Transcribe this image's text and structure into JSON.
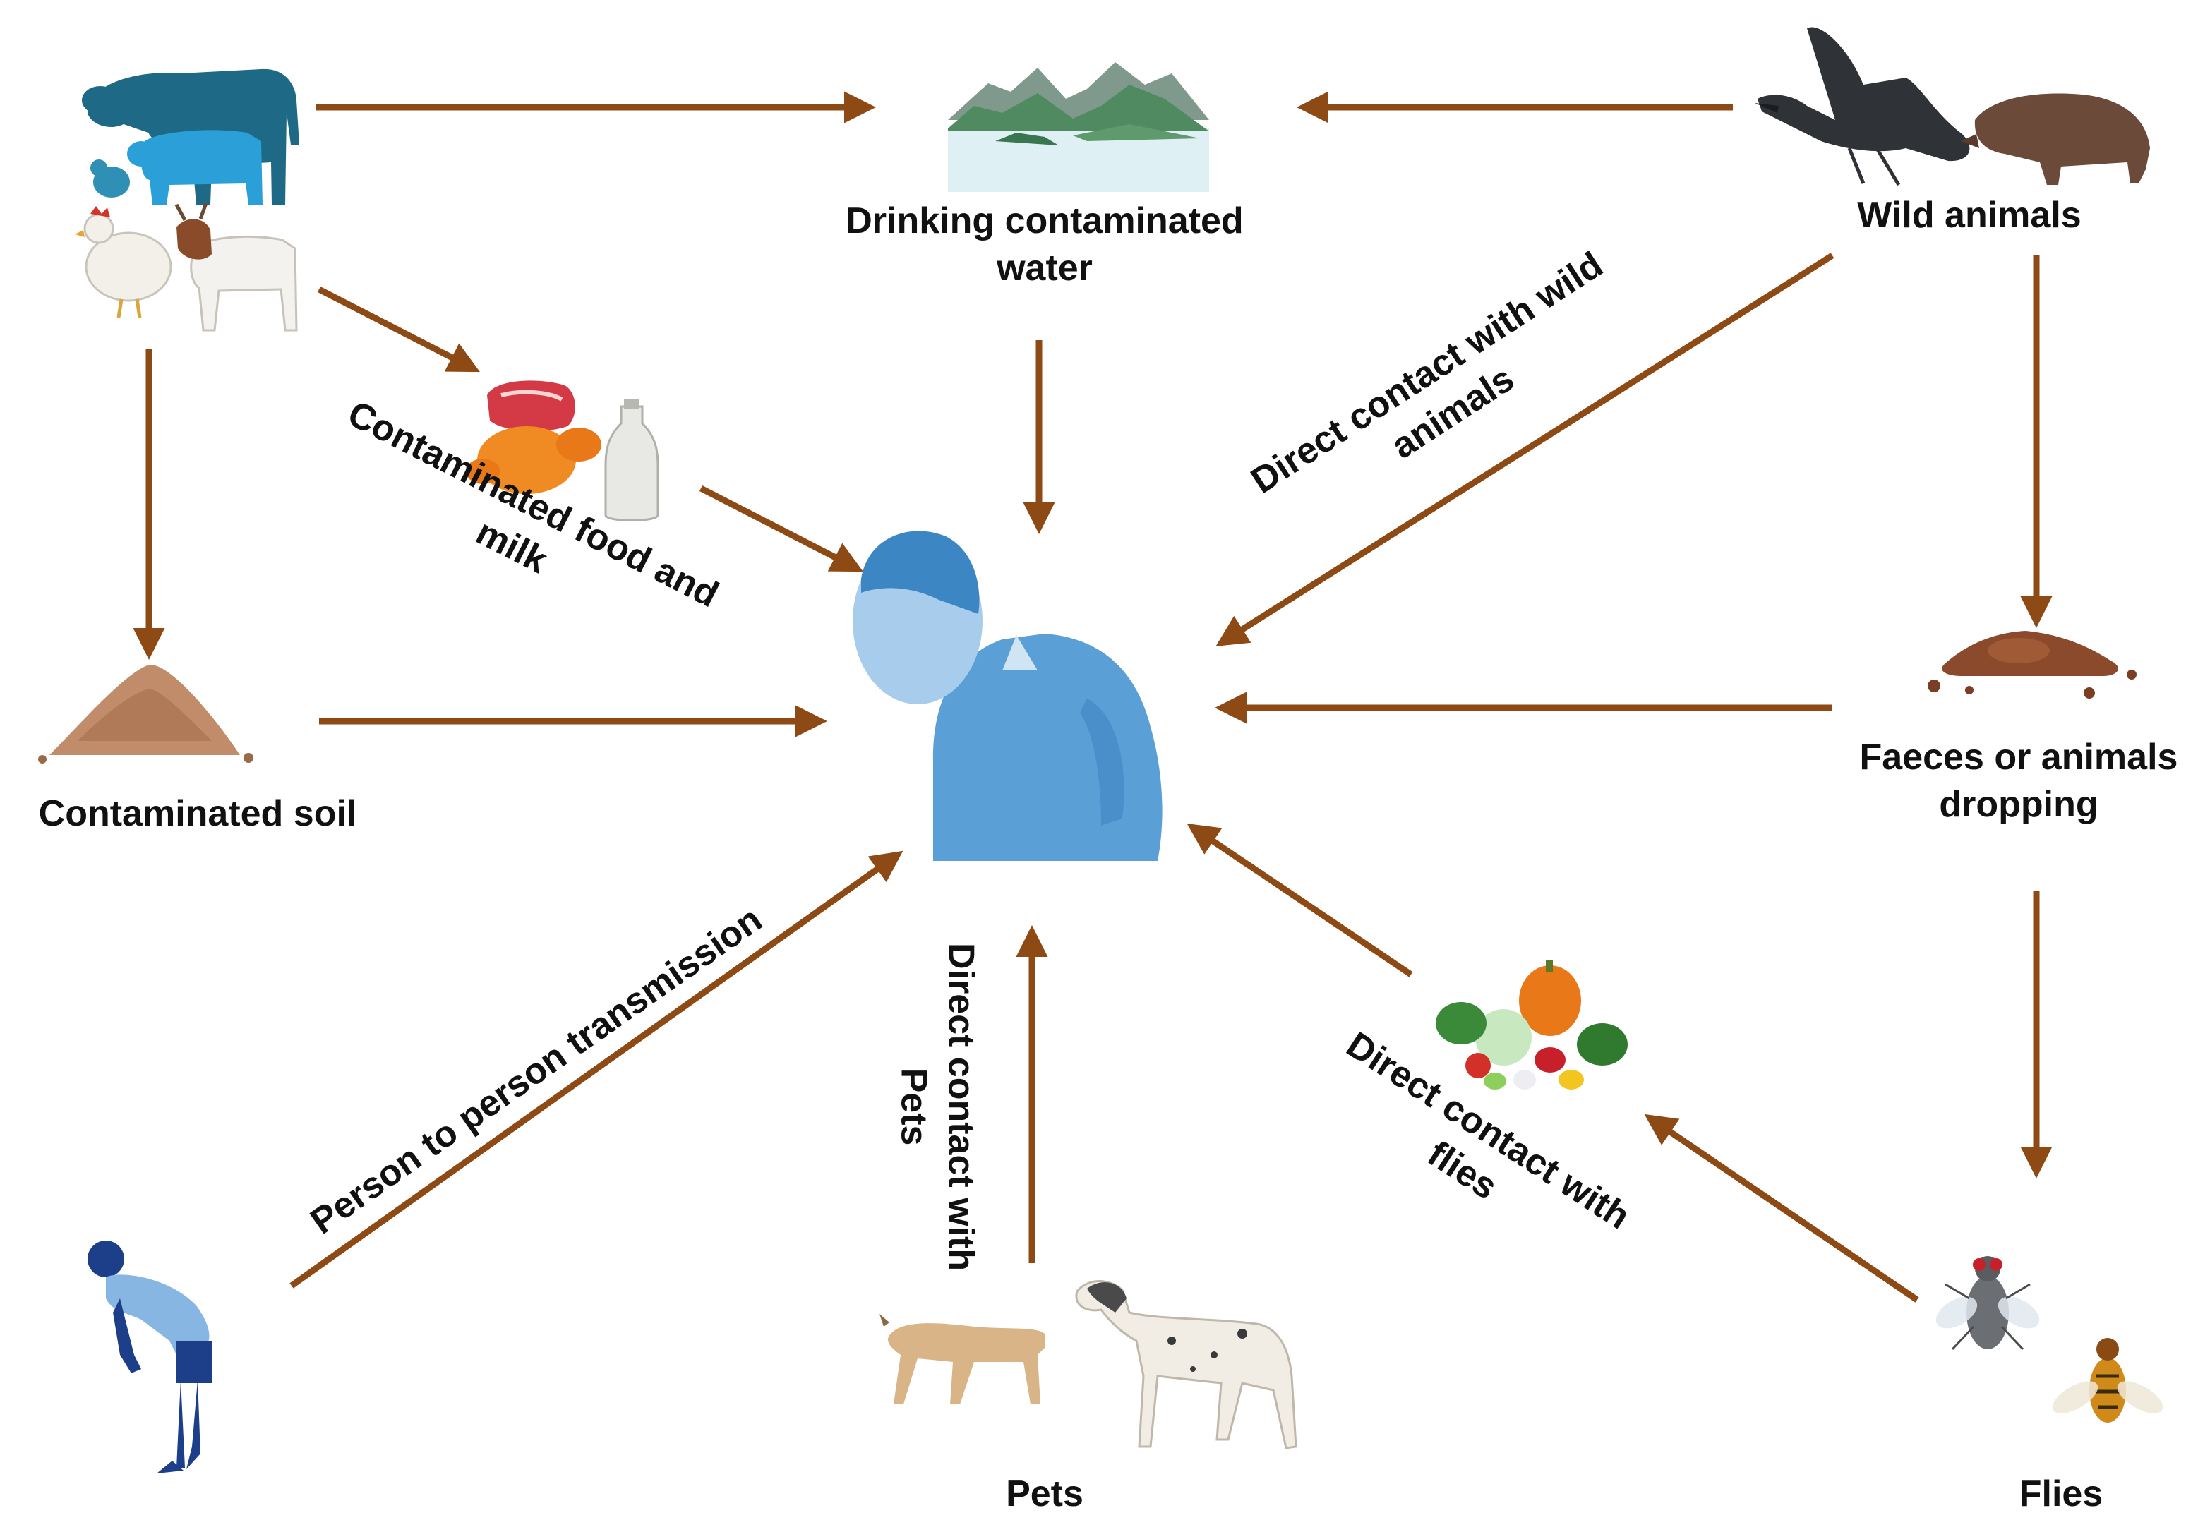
{
  "colors": {
    "arrow": "#8e4a14",
    "text": "#111111",
    "background": "#ffffff"
  },
  "nodes": {
    "water": {
      "label_line1": "Drinking contaminated",
      "label_line2": "water"
    },
    "wild": {
      "label": "Wild animals"
    },
    "soil": {
      "label": "Contaminated soil"
    },
    "faeces": {
      "label_line1": "Faeces or  animals",
      "label_line2": "dropping"
    },
    "pets": {
      "label": "Pets"
    },
    "flies": {
      "label": "Flies"
    }
  },
  "routes": {
    "food": {
      "label_line1": "Contaminated food and",
      "label_line2": "milk"
    },
    "wild_contact": {
      "label_line1": "Direct contact with wild",
      "label_line2": "animals"
    },
    "person": {
      "label": "Person to person transmission"
    },
    "pets_contact": {
      "label_line1": "Direct contact with",
      "label_line2": "Pets"
    },
    "flies_contact": {
      "label_line1": "Direct contact with",
      "label_line2": "flies"
    }
  },
  "icons": [
    "livestock-icon",
    "landscape-water-icon",
    "wild-animals-icon",
    "meat-chicken-milk-icon",
    "sick-person-icon",
    "soil-pile-icon",
    "faeces-pile-icon",
    "vegetables-icon",
    "bent-person-icon",
    "pets-icon",
    "flies-icon"
  ]
}
